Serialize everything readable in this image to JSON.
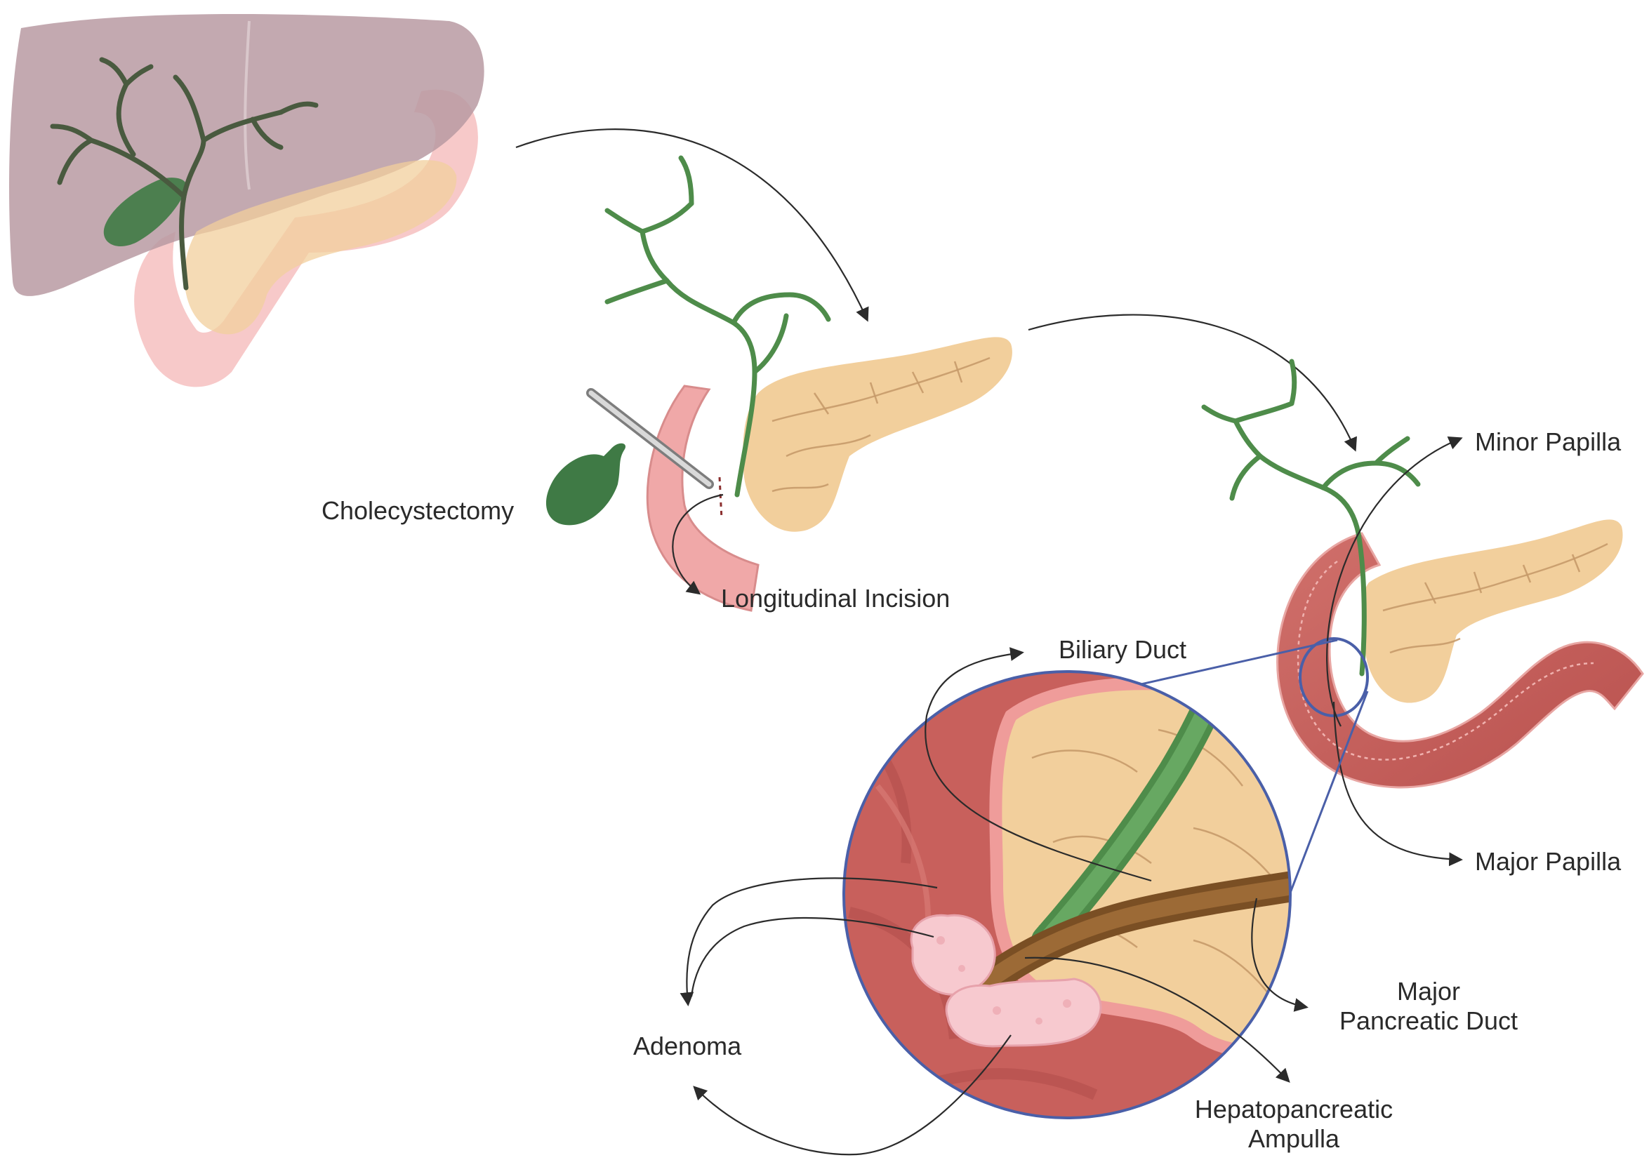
{
  "labels": {
    "cholecystectomy": "Cholecystectomy",
    "longitudinal_incision": "Longitudinal Incision",
    "minor_papilla": "Minor Papilla",
    "biliary_duct": "Biliary Duct",
    "major_papilla": "Major Papilla",
    "major_pancreatic_duct_line1": "Major",
    "major_pancreatic_duct_line2": "Pancreatic Duct",
    "adenoma": "Adenoma",
    "hepatopancreatic_ampulla_line1": "Hepatopancreatic",
    "hepatopancreatic_ampulla_line2": "Ampulla"
  },
  "colors": {
    "liver": "#b89aa2",
    "pancreas": "#f2cf9c",
    "duodenum": "#c8605c",
    "bile_duct": "#4e8c4a",
    "gallbladder": "#3f7a45",
    "pancreatic_duct": "#8a5a2b",
    "adenoma": "#f7c9cf",
    "zoom_frame": "#4a5fa8"
  }
}
